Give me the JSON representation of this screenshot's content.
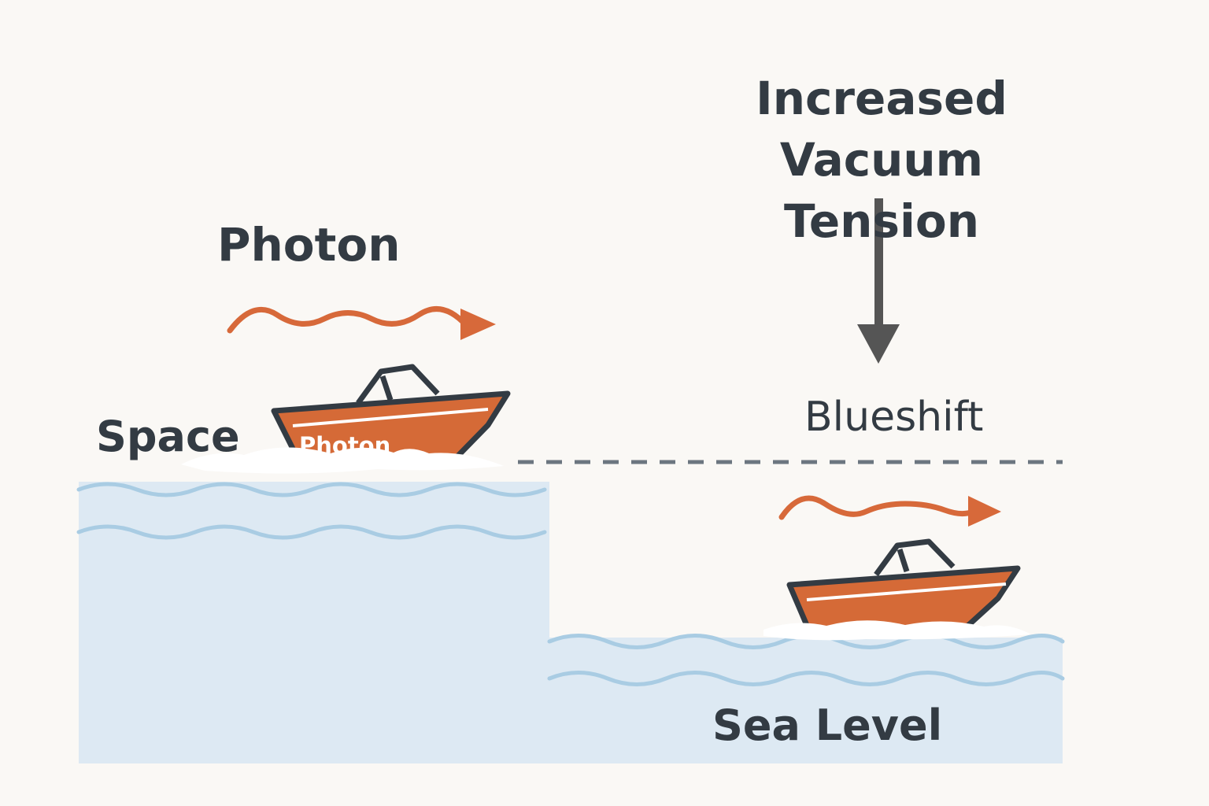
{
  "title_lines": [
    "Increased",
    "Vacuum Tension"
  ],
  "labels": {
    "photon": "Photon",
    "space": "Space",
    "blueshift": "Blueshift",
    "sea_level": "Sea Level",
    "boat_hull": "Photon"
  },
  "colors": {
    "background": "#faf8f5",
    "text": "#333b43",
    "photon_wave": "#d7693a",
    "boat_hull": "#d56a37",
    "water_fill": "#dde9f3",
    "water_line": "#a9cce3",
    "down_arrow": "#555555",
    "dashed_line": "#6c7680"
  },
  "icons": [
    "photon-wave-arrow-icon",
    "boat-icon",
    "down-arrow-icon"
  ]
}
